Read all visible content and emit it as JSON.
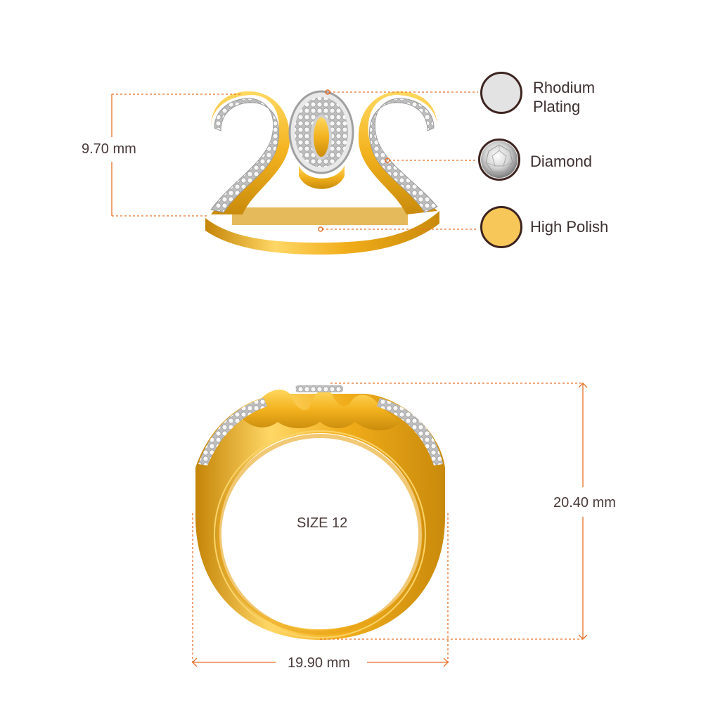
{
  "dimensions": {
    "height_top": "9.70 mm",
    "height_side": "20.40 mm",
    "width": "19.90 mm",
    "size": "SIZE 12"
  },
  "legend": [
    {
      "name": "rhodium",
      "label_line1": "Rhodium",
      "label_line2": "Plating",
      "color": "#e3e3e3"
    },
    {
      "name": "diamond",
      "label_line1": "Diamond",
      "label_line2": "",
      "color": "#f2f2f2"
    },
    {
      "name": "high-polish",
      "label_line1": "High Polish",
      "label_line2": "",
      "color": "#f8c75a"
    }
  ],
  "colors": {
    "accent": "#e8702a",
    "gold": "#f4b623",
    "gold_dark": "#c78a10",
    "gold_light": "#ffd86a",
    "swatch_border": "#3d2420",
    "text": "#4a3a3a"
  }
}
